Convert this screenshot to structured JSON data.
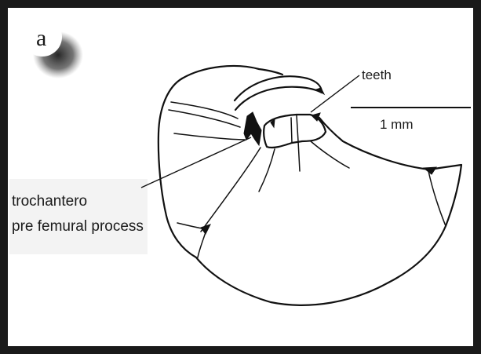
{
  "figure": {
    "panel_label": "a",
    "scale_bar_label": "1 mm",
    "callouts": {
      "teeth": "teeth",
      "trochanter_line1": "trochantero",
      "trochanter_line2": "pre femural process"
    }
  },
  "colors": {
    "frame": "#1a1a1a",
    "ink": "#111111",
    "label_background": "#f3f3f3",
    "badge_shadow": "#2a2a2a"
  }
}
